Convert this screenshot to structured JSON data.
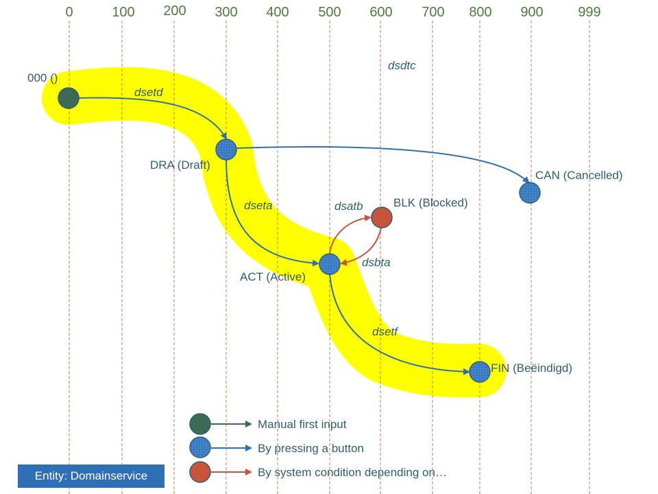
{
  "axis": {
    "ticks": [
      "0",
      "100",
      "200",
      "300",
      "400",
      "500",
      "600",
      "700",
      "800",
      "900",
      "999"
    ]
  },
  "states": {
    "start": {
      "label": "000 ()",
      "color": "#3c6b54"
    },
    "dra": {
      "label": "DRA (Draft)",
      "color": "#3a7cc4"
    },
    "can": {
      "label": "CAN (Cancelled)",
      "color": "#3a7cc4"
    },
    "blk": {
      "label": "BLK (Blocked)",
      "color": "#c8553a"
    },
    "act": {
      "label": "ACT (Active)",
      "color": "#3a7cc4"
    },
    "fin": {
      "label": "FIN (Beëindigd)",
      "color": "#3a7cc4"
    }
  },
  "transitions": {
    "dsetd": "dsetd",
    "dsdtc": "dsdtc",
    "dseta": "dseta",
    "dsatb": "dsatb",
    "dsbta": "dsbta",
    "dsetf": "dsetf"
  },
  "legend": {
    "manual": {
      "label": "Manual first input",
      "color": "#3c6b54"
    },
    "button": {
      "label": "By pressing a button",
      "color": "#3a7cc4"
    },
    "system": {
      "label": "By system condition depending on…",
      "color": "#c8553a"
    }
  },
  "entity": {
    "label": "Entity: Domainservice"
  },
  "colors": {
    "highlight": "#ffff00",
    "gridline": "#c8773a",
    "arrow_blue": "#2e6fb5",
    "arrow_red": "#c8553a",
    "arrow_green": "#3c6b54"
  }
}
